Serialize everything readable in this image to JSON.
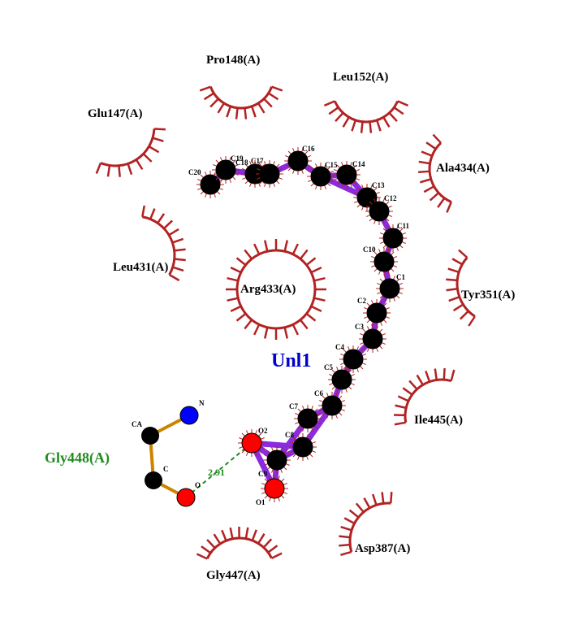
{
  "ligand": {
    "name": "Unl1",
    "color": "#0000cc",
    "bond_color": "#8a2be2",
    "atoms": [
      "C20",
      "C19",
      "C18",
      "C17",
      "C16",
      "C15",
      "C14",
      "C13",
      "C12",
      "C11",
      "C10",
      "C1",
      "C2",
      "C3",
      "C4",
      "C5",
      "C6",
      "C7",
      "C8",
      "C9",
      "O1",
      "O2"
    ]
  },
  "hbond_residue": {
    "name": "Gly448(A)",
    "color": "#228b22",
    "bond_color": "#cc8400",
    "atoms": [
      "CA",
      "N",
      "C",
      "O"
    ],
    "distance": "2.91"
  },
  "hydrophobic_residues": [
    "Pro148(A)",
    "Leu152(A)",
    "Glu147(A)",
    "Ala434(A)",
    "Leu431(A)",
    "Arg433(A)",
    "Tyr351(A)",
    "Ile445(A)",
    "Asp387(A)",
    "Gly447(A)"
  ],
  "colors": {
    "arc": "#b22222",
    "carbon": "#000000",
    "oxygen": "#ff0000",
    "nitrogen": "#0000ff",
    "hbond": "#228b22"
  }
}
